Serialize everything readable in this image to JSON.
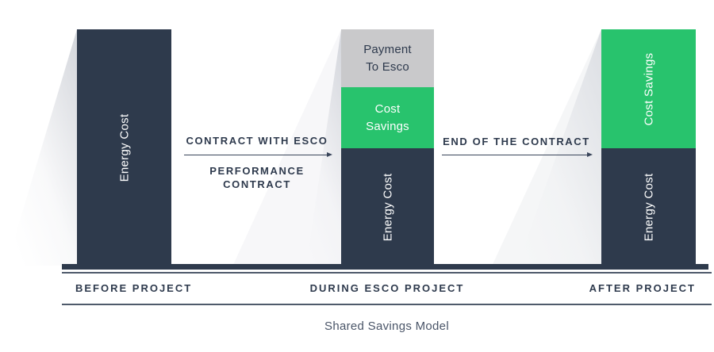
{
  "diagram": {
    "caption": "Shared Savings Model",
    "colors": {
      "energy_cost": "#2e3a4c",
      "cost_savings": "#28c36d",
      "payment_to_esco": "#c9c9cb",
      "label_text": "#2e3a4d",
      "arrow": "#39455a",
      "background": "#ffffff"
    },
    "stages": [
      {
        "label": "BEFORE PROJECT",
        "segments": [
          {
            "name": "energy-cost",
            "label": "Energy Cost"
          }
        ]
      },
      {
        "label": "DURING ESCO PROJECT",
        "segments": [
          {
            "name": "payment-to-esco",
            "label": "Payment To Esco"
          },
          {
            "name": "cost-savings",
            "label": "Cost Savings"
          },
          {
            "name": "energy-cost",
            "label": "Energy Cost"
          }
        ]
      },
      {
        "label": "AFTER PROJECT",
        "segments": [
          {
            "name": "cost-savings",
            "label": "Cost Savings"
          },
          {
            "name": "energy-cost",
            "label": "Energy Cost"
          }
        ]
      }
    ],
    "transitions": [
      {
        "top_label": "CONTRACT WITH ESCO",
        "bottom_label": "PERFORMANCE CONTRACT"
      },
      {
        "top_label": "END OF THE CONTRACT"
      }
    ]
  }
}
